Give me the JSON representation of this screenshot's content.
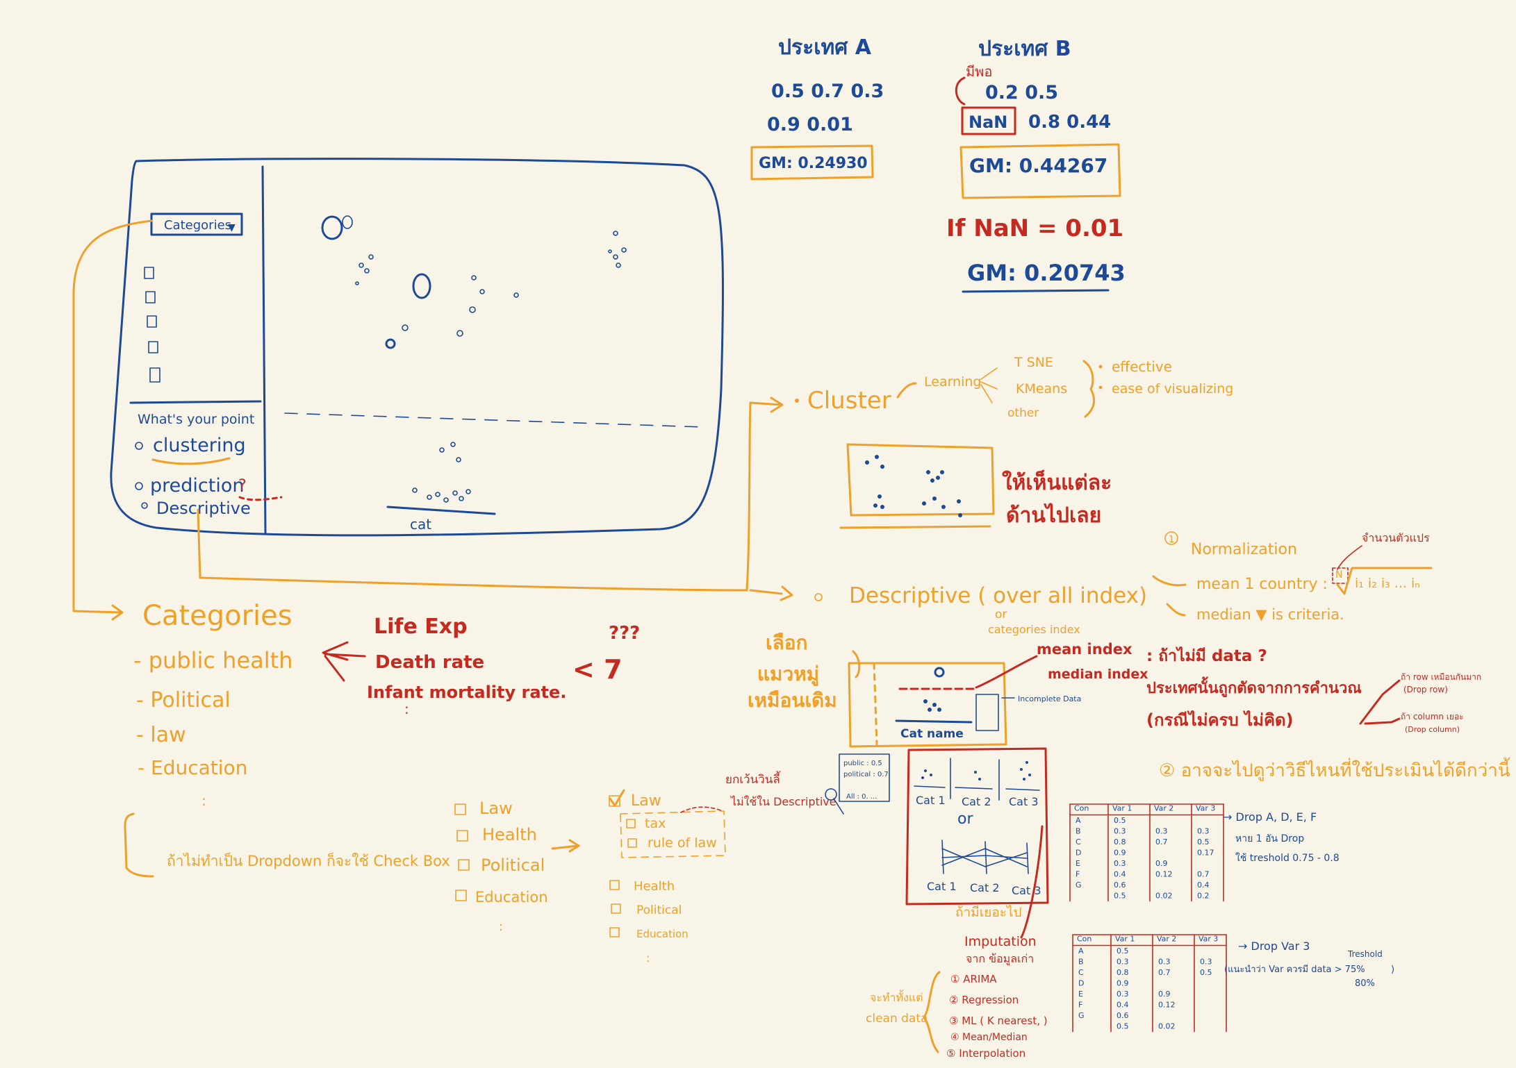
{
  "country_a": {
    "title": "ประเทศ A",
    "row1": "0.5   0.7   0.3",
    "row2": "0.9   0.01",
    "gm": "GM: 0.24930"
  },
  "country_b": {
    "title": "ประเทศ B",
    "note": "มีพอ",
    "row1": "0.2      0.5",
    "nan": "NaN",
    "row2": "0.8   0.44",
    "gm": "GM: 0.44267"
  },
  "if_nan": {
    "condition": "If  NaN = 0.01",
    "gm": "GM: 0.20743"
  },
  "mockup": {
    "dropdown": "Categories",
    "question": "What's your point",
    "opt_clustering": "clustering",
    "opt_prediction": "prediction",
    "opt_descriptive": "Descriptive",
    "axis_label": "cat"
  },
  "cluster": {
    "title": "Cluster",
    "learning": "Learning",
    "methods": [
      "T SNE",
      "KMeans",
      "other"
    ],
    "criteria": [
      "effective",
      "ease of visualizing"
    ],
    "note_line1": "ให้เห็นแต่ละ",
    "note_line2": "ด้านไปเลย"
  },
  "descriptive": {
    "title": "Descriptive ( over all  index)",
    "or": "or",
    "sub": "categories  index",
    "left_note": [
      "เลือก",
      "แมวหมู่",
      "เหมือนเดิม"
    ],
    "mean_index": "mean  index",
    "median_index": "median  index",
    "incomplete": "Incomplete Data",
    "cat_name": "Cat name",
    "normalization": "Normalization",
    "count_note": "จำนวนตัวแปร",
    "mean_country": "mean  1 country :",
    "nth_root": "N",
    "root_expr": "i₁ i₂ i₃ ... iₙ",
    "median_note": "median ▼ is criteria.",
    "no_data_q": ": ถ้าไม่มี data ?",
    "drop_line1": "ประเทศนั้นถูกตัดจากการคำนวณ",
    "drop_line2": "(กรณีไม่ครบ  ไม่คิด)",
    "row_note1": "ถ้า row เหมือนกันมาก",
    "row_note2": "(Drop row)",
    "col_note1": "ถ้า column เยอะ",
    "col_note2": "(Drop column)",
    "step2": "② อาจจะไปดูว่าวิธีไหนที่ใช้ประเมินได้ดีกว่านี้"
  },
  "categories": {
    "title": "Categories",
    "items": [
      "- public health",
      "- Political",
      "- law",
      "- Education"
    ],
    "health_items": [
      "Life  Exp",
      "Death  rate",
      "Infant  mortality rate."
    ],
    "lt_note": "< 7",
    "qq": "???",
    "dropdown_note": "ถ้าไม่ทำเป็น Dropdown ก็จะใช้  Check Box"
  },
  "checkbox": {
    "list1": [
      "Law",
      "Health",
      "Political",
      "Education"
    ],
    "law": "Law",
    "sub": [
      "tax",
      "rule of law"
    ],
    "list2": [
      "Health",
      "Political",
      "Education"
    ],
    "note_line1": "ยกเว้นวินลี้",
    "note_line2": "ไม่ใช้ใน Descriptive",
    "tooltip": [
      "public : 0.5",
      "political : 0.7",
      "All : 0. ..."
    ]
  },
  "cats_chart": {
    "labels": [
      "Cat 1",
      "Cat 2",
      "Cat 3"
    ],
    "or": "or",
    "labels2": [
      "Cat 1",
      "Cat 2",
      "Cat 3"
    ]
  },
  "impute": {
    "title": "Imputation",
    "sub": "จาก ข้อมูลเก่า",
    "methods": [
      "① ARIMA",
      "② Regression",
      "③ ML ( K nearest, )",
      "④ Mean/Median",
      "⑤ Interpolation"
    ],
    "side1": "จะทำทั้งแต่",
    "side2": "clean data",
    "redo": "ถ้ามีเยอะไป"
  },
  "table1": {
    "headers": [
      "Con",
      "Var 1",
      "Var 2",
      "Var 3"
    ],
    "rows": [
      [
        "A",
        "0.5",
        "",
        ""
      ],
      [
        "B",
        "0.3",
        "0.3",
        "0.3"
      ],
      [
        "C",
        "0.8",
        "0.7",
        "0.5"
      ],
      [
        "D",
        "0.9",
        "",
        "0.17"
      ],
      [
        "E",
        "0.3",
        "0.9",
        ""
      ],
      [
        "F",
        "0.4",
        "0.12",
        "0.7"
      ],
      [
        "G",
        "0.6",
        "",
        "0.4"
      ],
      [
        "",
        "0.5",
        "0.02",
        "0.2"
      ]
    ],
    "note1": "→ Drop  A, D, E, F",
    "note2": "หาย 1 อัน Drop",
    "note3": "ใช้ treshold  0.75 - 0.8"
  },
  "table2": {
    "headers": [
      "Con",
      "Var 1",
      "Var 2",
      "Var 3"
    ],
    "rows": [
      [
        "A",
        "0.5",
        "",
        ""
      ],
      [
        "B",
        "0.3",
        "0.3",
        "0.3"
      ],
      [
        "C",
        "0.8",
        "0.7",
        "0.5"
      ],
      [
        "D",
        "0.9",
        "",
        ""
      ],
      [
        "E",
        "0.3",
        "0.9",
        ""
      ],
      [
        "F",
        "0.4",
        "0.12",
        ""
      ],
      [
        "G",
        "0.6",
        "",
        ""
      ],
      [
        "",
        "0.5",
        "0.02",
        ""
      ]
    ],
    "note1": "→ Drop  Var 3",
    "note2": "(แนะนำว่า  Var ควรมี data > 75%",
    "threshold": "Treshold",
    "pct": "80%"
  }
}
